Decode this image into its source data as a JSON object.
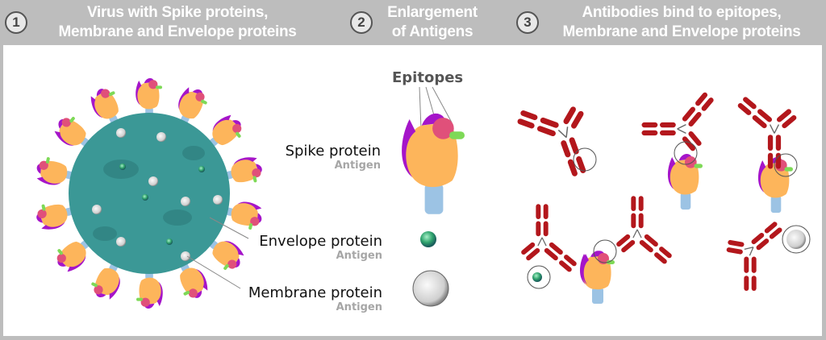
{
  "sections": [
    {
      "number": "1",
      "title_line1": "Virus with Spike proteins,",
      "title_line2": "Membrane and Envelope proteins"
    },
    {
      "number": "2",
      "title_line1": "Enlargement",
      "title_line2": "of Antigens"
    },
    {
      "number": "3",
      "title_line1": "Antibodies bind to epitopes,",
      "title_line2": "Membrane and Envelope proteins"
    }
  ],
  "labels": {
    "spike": {
      "name": "Spike protein",
      "type": "Antigen"
    },
    "envelope": {
      "name": "Envelope protein",
      "type": "Antigen"
    },
    "membrane": {
      "name": "Membrane protein",
      "type": "Antigen"
    },
    "epitopes": "Epitopes"
  },
  "colors": {
    "header": "#bdbdbd",
    "virus": "#3b9896",
    "spike_body": "#fdb55b",
    "spike_side": "#a515c9",
    "epitope_pink": "#e0507a",
    "epitope_green": "#7ed957",
    "stalk": "#9cc3e4",
    "antibody": "#b3171c"
  }
}
